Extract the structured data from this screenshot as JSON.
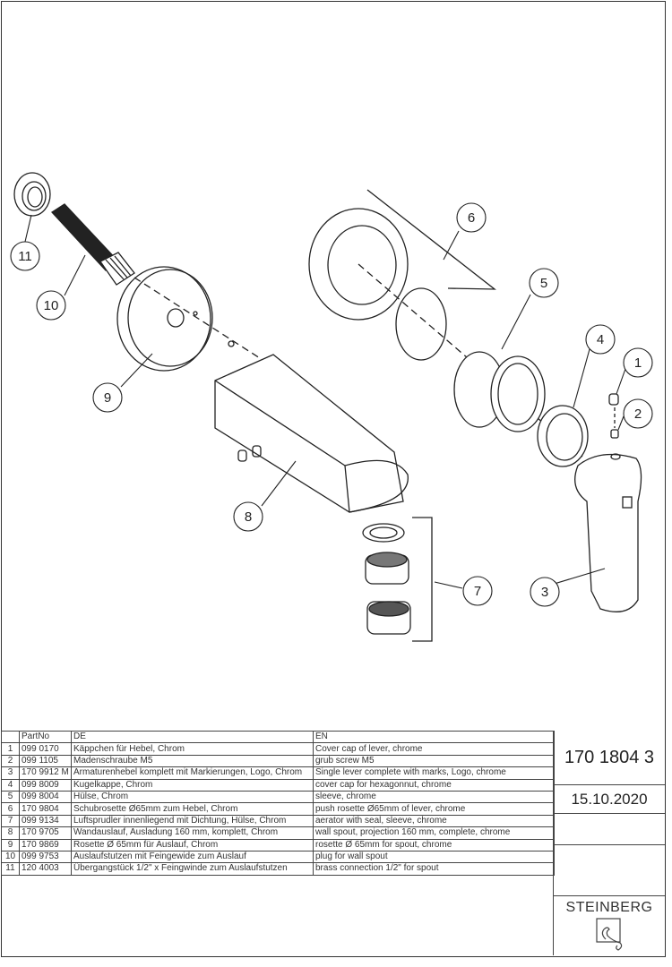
{
  "document_number": "170 1804 3",
  "date": "15.10.2020",
  "brand": "STEINBERG",
  "callouts": [
    "1",
    "2",
    "3",
    "4",
    "5",
    "6",
    "7",
    "8",
    "9",
    "10",
    "11"
  ],
  "parts_table": {
    "headers": [
      "",
      "PartNo",
      "DE",
      "EN"
    ],
    "rows": [
      {
        "no": "1",
        "part": "099 0170",
        "de": "Käppchen für Hebel, Chrom",
        "en": "Cover cap of lever, chrome"
      },
      {
        "no": "2",
        "part": "099 1105",
        "de": "Madenschraube M5",
        "en": "grub screw M5"
      },
      {
        "no": "3",
        "part": "170 9912 M",
        "de": "Armaturenhebel komplett mit Markierungen, Logo, Chrom",
        "en": "Single lever complete with marks, Logo, chrome"
      },
      {
        "no": "4",
        "part": "099 8009",
        "de": "Kugelkappe, Chrom",
        "en": "cover cap for hexagonnut, chrome"
      },
      {
        "no": "5",
        "part": "099 8004",
        "de": "Hülse, Chrom",
        "en": "sleeve, chrome"
      },
      {
        "no": "6",
        "part": "170 9804",
        "de": "Schubrosette Ø65mm zum Hebel, Chrom",
        "en": "push rosette Ø65mm of lever, chrome"
      },
      {
        "no": "7",
        "part": "099 9134",
        "de": "Luftsprudler innenliegend mit Dichtung, Hülse, Chrom",
        "en": "aerator with seal, sleeve, chrome"
      },
      {
        "no": "8",
        "part": "170 9705",
        "de": "Wandauslauf, Ausladung 160 mm, komplett, Chrom",
        "en": "wall spout, projection 160 mm, complete, chrome"
      },
      {
        "no": "9",
        "part": "170 9869",
        "de": "Rosette Ø 65mm für Auslauf, Chrom",
        "en": "rosette Ø 65mm for spout, chrome"
      },
      {
        "no": "10",
        "part": "099 9753",
        "de": "Auslaufstutzen mit Feingewide zum Auslauf",
        "en": "plug for wall spout"
      },
      {
        "no": "11",
        "part": "120 4003",
        "de": "Übergangstück 1/2\" x Feingwinde zum Auslaufstutzen",
        "en": "brass connection 1/2\" for spout"
      }
    ]
  }
}
